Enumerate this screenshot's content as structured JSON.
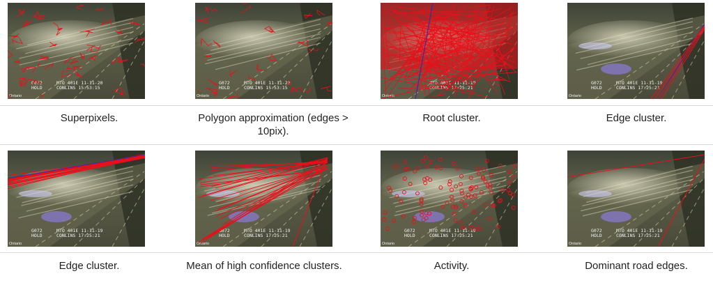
{
  "figures": [
    {
      "caption": "Superpixels.",
      "overlay": "superpixels",
      "cam": {
        "id": "G072",
        "hold": "HOLD",
        "loc": "MTO 401E",
        "street": "CONLINS",
        "date": "11-11-20",
        "time": "15:53:15"
      }
    },
    {
      "caption": "Polygon approximation (edges > 10pix).",
      "overlay": "polygons",
      "cam": {
        "id": "G072",
        "hold": "HOLD",
        "loc": "MTO 401E",
        "street": "CONLINS",
        "date": "11-11-20",
        "time": "15:53:15"
      }
    },
    {
      "caption": "Root cluster.",
      "overlay": "root",
      "cam": {
        "id": "",
        "hold": "",
        "loc": "MTO 401E",
        "street": "CONLINS",
        "date": "11-11-19",
        "time": "17:25:21"
      }
    },
    {
      "caption": "Edge cluster.",
      "overlay": "edge-right",
      "cam": {
        "id": "G072",
        "hold": "HOLD",
        "loc": "MTO 401E",
        "street": "CONLINS",
        "date": "11-11-19",
        "time": "17:25:21"
      }
    },
    {
      "caption": "Edge cluster.",
      "overlay": "edge-left",
      "cam": {
        "id": "G072",
        "hold": "HOLD",
        "loc": "MTO 401E",
        "street": "CONLINS",
        "date": "11-11-19",
        "time": "17:25:21"
      }
    },
    {
      "caption": "Mean of high confidence clusters.",
      "overlay": "mean",
      "cam": {
        "id": "G072",
        "hold": "HOLD",
        "loc": "MTO 401E",
        "street": "CONLINS",
        "date": "11-11-19",
        "time": "17:25:21"
      }
    },
    {
      "caption": "Activity.",
      "overlay": "activity",
      "cam": {
        "id": "G072",
        "hold": "HOLD",
        "loc": "MTO 401E",
        "street": "CONLINS",
        "date": "11-11-19",
        "time": "17:25:21"
      }
    },
    {
      "caption": "Dominant road edges.",
      "overlay": "dominant",
      "cam": {
        "id": "G072",
        "hold": "HOLD",
        "loc": "MTO 401E",
        "street": "CONLINS",
        "date": "11-11-19",
        "time": "17:25:21"
      }
    }
  ],
  "watermark": "Ontario",
  "colors": {
    "overlay": "#e8101a",
    "horizon": "#3a2aa8",
    "rule": "#d8d8d8"
  }
}
